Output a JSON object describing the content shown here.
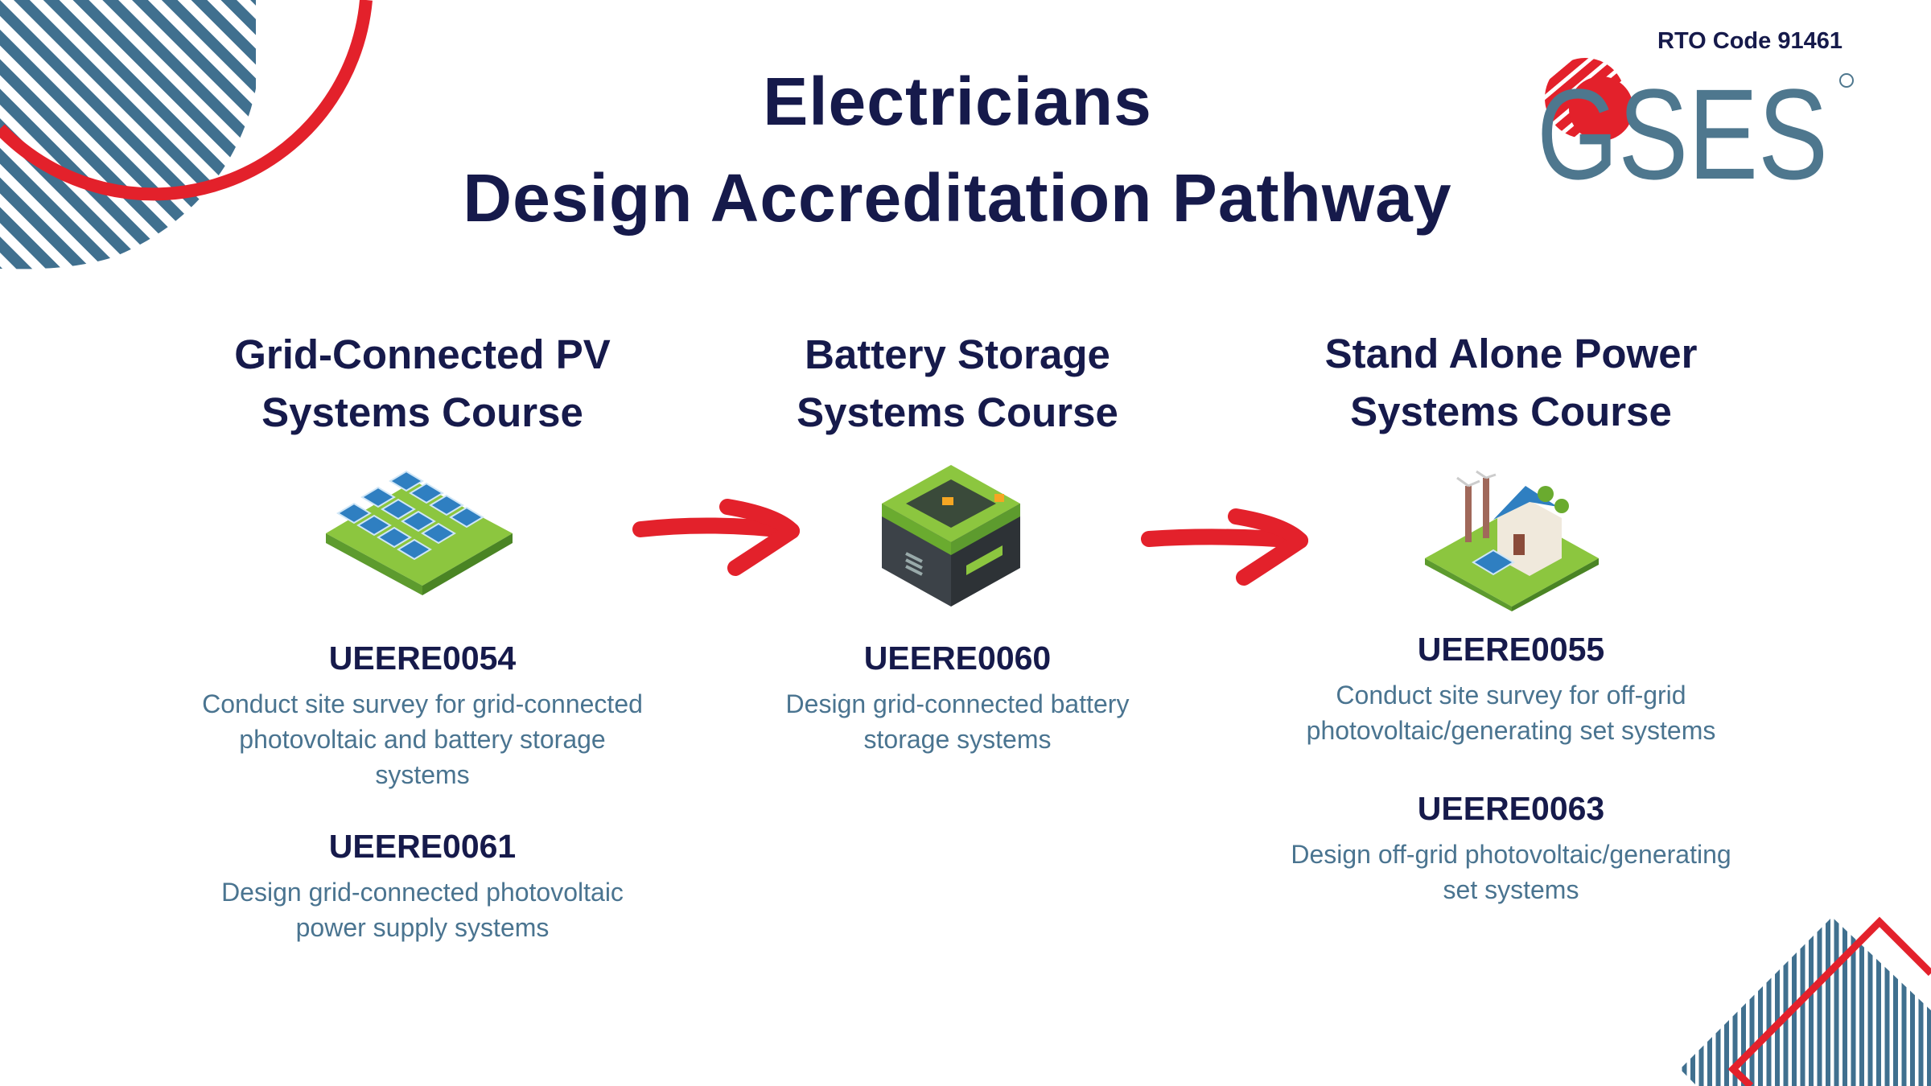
{
  "header": {
    "title_line1": "Electricians",
    "title_line2": "Design Accreditation Pathway",
    "rto_code": "RTO Code 91461",
    "logo_text": "GSES"
  },
  "colors": {
    "navy": "#161a4b",
    "slate": "#4a7490",
    "red": "#e3212b",
    "stripe": "#40708f",
    "green": "#8cc63f"
  },
  "courses": [
    {
      "heading_line1": "Grid-Connected PV",
      "heading_line2": "Systems Course",
      "icon": "solar-farm-icon",
      "units": [
        {
          "code": "UEERE0054",
          "desc_lines": [
            "Conduct site survey for grid-connected",
            "photovoltaic and battery storage",
            "systems"
          ]
        },
        {
          "code": "UEERE0061",
          "desc_lines": [
            "Design grid-connected photovoltaic",
            "power supply systems"
          ]
        }
      ]
    },
    {
      "heading_line1": "Battery Storage",
      "heading_line2": "Systems Course",
      "icon": "battery-icon",
      "units": [
        {
          "code": "UEERE0060",
          "desc_lines": [
            "Design grid-connected battery",
            "storage systems"
          ]
        }
      ]
    },
    {
      "heading_line1": "Stand Alone Power",
      "heading_line2": "Systems Course",
      "icon": "off-grid-house-icon",
      "units": [
        {
          "code": "UEERE0055",
          "desc_lines": [
            "Conduct site survey for off-grid",
            "photovoltaic/generating set systems"
          ]
        },
        {
          "code": "UEERE0063",
          "desc_lines": [
            "Design off-grid photovoltaic/generating",
            "set systems"
          ]
        }
      ]
    }
  ]
}
